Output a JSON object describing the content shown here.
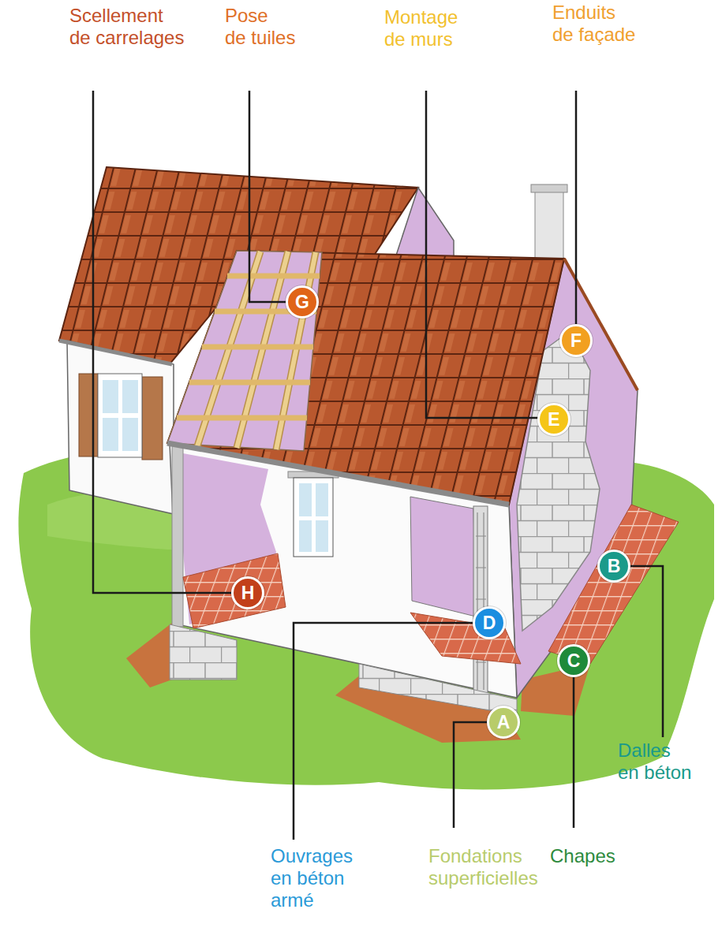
{
  "diagram": {
    "nodes": [
      {
        "text": [
          "G"
        ]
      },
      {
        "text": [
          "F"
        ]
      },
      {
        "text": [
          "E"
        ]
      },
      {
        "text": [
          "B"
        ]
      },
      {
        "text": [
          "H"
        ]
      },
      {
        "text": [
          "D"
        ]
      },
      {
        "text": [
          "C"
        ]
      },
      {
        "text": [
          "A"
        ]
      }
    ],
    "labels": [
      "Scellement de carrelages",
      "Pose de tuiles",
      "Montage de murs",
      "Enduits de façade",
      "Dalles en béton",
      "Ouvrages en béton armé",
      "Fondations superficielles",
      "Chapes"
    ]
  }
}
